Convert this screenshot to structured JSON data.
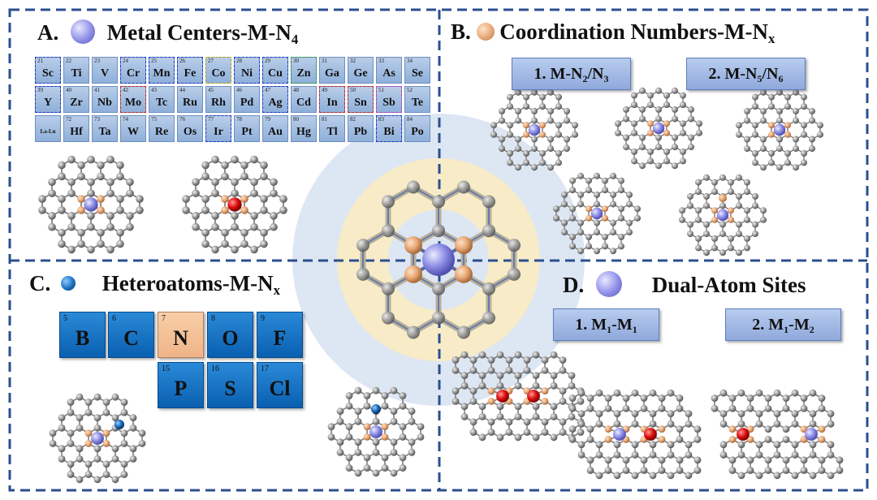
{
  "panels": {
    "a": {
      "letter": "A.",
      "title": "Metal Centers-M-N",
      "sub": "4"
    },
    "b": {
      "letter": "B.",
      "title": "Coordination Numbers-M-N",
      "sub": "x"
    },
    "c": {
      "letter": "C.",
      "title": "Heteroatoms-M-N",
      "sub": "x"
    },
    "d": {
      "letter": "D.",
      "title": "Dual-Atom Sites"
    }
  },
  "periodic_table": [
    [
      {
        "n": "21",
        "s": "Sc",
        "m": "bb"
      },
      {
        "n": "22",
        "s": "Ti"
      },
      {
        "n": "23",
        "s": "V"
      },
      {
        "n": "24",
        "s": "Cr",
        "m": "bb"
      },
      {
        "n": "25",
        "s": "Mn",
        "m": "bb"
      },
      {
        "n": "26",
        "s": "Fe",
        "m": "bb"
      },
      {
        "n": "27",
        "s": "Co",
        "m": "yy"
      },
      {
        "n": "28",
        "s": "Ni",
        "m": "bb"
      },
      {
        "n": "29",
        "s": "Cu",
        "m": "bb"
      },
      {
        "n": "30",
        "s": "Zn",
        "m": "gg"
      },
      {
        "n": "31",
        "s": "Ga"
      },
      {
        "n": "32",
        "s": "Ge"
      },
      {
        "n": "33",
        "s": "As"
      },
      {
        "n": "34",
        "s": "Se"
      }
    ],
    [
      {
        "n": "39",
        "s": "Y",
        "m": "bb"
      },
      {
        "n": "40",
        "s": "Zr"
      },
      {
        "n": "41",
        "s": "Nb"
      },
      {
        "n": "42",
        "s": "Mo",
        "m": "rr"
      },
      {
        "n": "43",
        "s": "Tc"
      },
      {
        "n": "44",
        "s": "Ru"
      },
      {
        "n": "45",
        "s": "Rh"
      },
      {
        "n": "46",
        "s": "Pd"
      },
      {
        "n": "47",
        "s": "Ag",
        "m": "bb"
      },
      {
        "n": "48",
        "s": "Cd"
      },
      {
        "n": "49",
        "s": "In",
        "m": "rr"
      },
      {
        "n": "50",
        "s": "Sn",
        "m": "rr"
      },
      {
        "n": "51",
        "s": "Sb",
        "m": "pp"
      },
      {
        "n": "52",
        "s": "Te"
      }
    ],
    [
      {
        "n": "",
        "s": "La-Lu",
        "la": true
      },
      {
        "n": "72",
        "s": "Hf"
      },
      {
        "n": "73",
        "s": "Ta"
      },
      {
        "n": "74",
        "s": "W"
      },
      {
        "n": "75",
        "s": "Re"
      },
      {
        "n": "76",
        "s": "Os"
      },
      {
        "n": "77",
        "s": "Ir",
        "m": "bb"
      },
      {
        "n": "78",
        "s": "Pt"
      },
      {
        "n": "79",
        "s": "Au"
      },
      {
        "n": "80",
        "s": "Hg"
      },
      {
        "n": "81",
        "s": "Tl"
      },
      {
        "n": "82",
        "s": "Pb"
      },
      {
        "n": "83",
        "s": "Bi",
        "m": "bb"
      },
      {
        "n": "84",
        "s": "Po"
      }
    ]
  ],
  "coordination_buttons": [
    {
      "pre": "1. M-N",
      "s1": "2",
      "mid": "/N",
      "s2": "3"
    },
    {
      "pre": "2. M-N",
      "s1": "5",
      "mid": "/N",
      "s2": "6"
    }
  ],
  "dual_buttons": [
    {
      "pre": "1. M",
      "s1": "1",
      "mid": "-M",
      "s2": "1"
    },
    {
      "pre": "2. M",
      "s1": "1",
      "mid": "-M",
      "s2": "2"
    }
  ],
  "hetero_elements": [
    {
      "n": "5",
      "s": "B"
    },
    {
      "n": "6",
      "s": "C"
    },
    {
      "n": "7",
      "s": "N",
      "nitrogen": true
    },
    {
      "n": "8",
      "s": "O"
    },
    {
      "n": "9",
      "s": "F"
    },
    {
      "n": "15",
      "s": "P"
    },
    {
      "n": "16",
      "s": "S"
    },
    {
      "n": "17",
      "s": "Cl"
    }
  ],
  "colors": {
    "border": "#2b4f8f",
    "carbon": "#9a9a9a",
    "nitrogen": "#e8a878",
    "metal": "#8f8fe8",
    "red_metal": "#e01010",
    "hetero_blue": "#1a6fc0",
    "halo_outer": "#dde6f3",
    "halo_ring": "#f7ebc8"
  }
}
